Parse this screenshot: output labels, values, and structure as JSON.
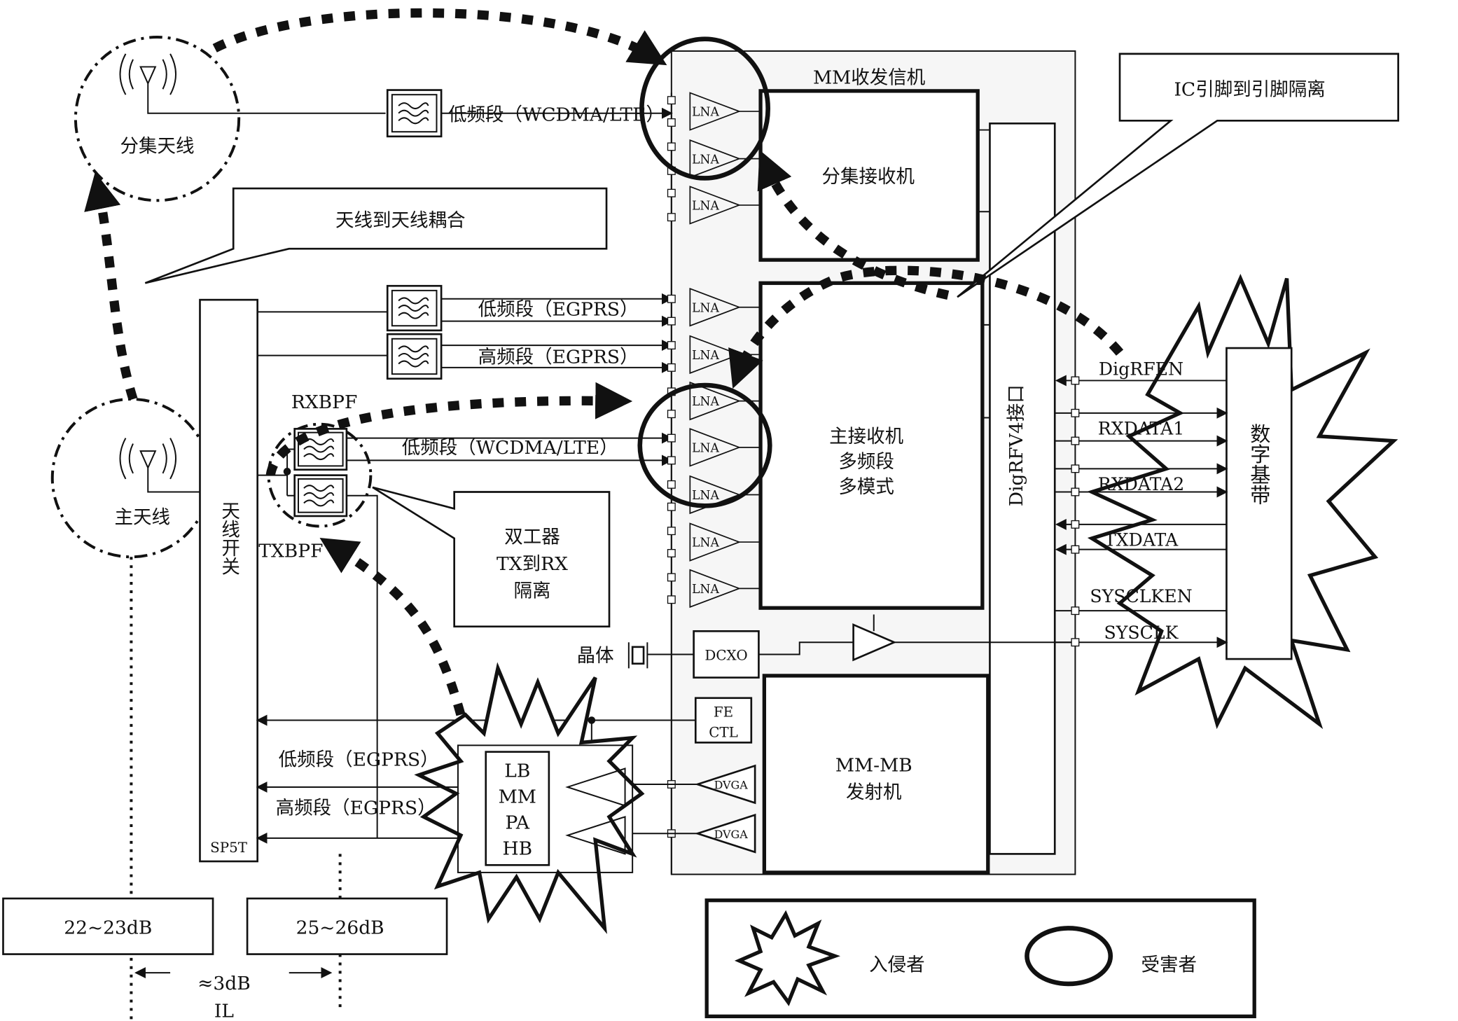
{
  "antennas": {
    "diversity": "分集天线",
    "main": "主天线"
  },
  "callouts": {
    "ant_coupling": "天线到天线耦合",
    "ic_isolation": "IC引脚到引脚隔离",
    "duplexer": [
      "双工器",
      "TX到RX",
      "隔离"
    ]
  },
  "filters": {
    "div_low": "低频段（WCDMA/LTE）",
    "egprs_low": "低频段（EGPRS）",
    "egprs_high": "高频段（EGPRS）",
    "main_low": "低频段（WCDMA/LTE）",
    "rxbpf": "RXBPF",
    "txbpf": "TXBPF"
  },
  "switch": {
    "label": "天线开关",
    "type": "SP5T"
  },
  "transceiver": {
    "title": "MM收发信机",
    "div_rx": "分集接收机",
    "main_rx": [
      "主接收机",
      "多频段",
      "多模式"
    ],
    "lna": "LNA",
    "dvga": "DVGA",
    "dcxo": "DCXO",
    "crystal": "晶体",
    "fe_ctl": [
      "FE",
      "CTL"
    ],
    "tx": [
      "MM-MB",
      "发射机"
    ],
    "digrf": "DigRFV4接口"
  },
  "pa": {
    "label": [
      "LB",
      "MM",
      "PA",
      "HB"
    ],
    "low": "低频段（EGPRS）",
    "high": "高频段（EGPRS）"
  },
  "baseband": {
    "label": "数字基带"
  },
  "signals": [
    "DigRFEN",
    "RXDATA1",
    "RXDATA2",
    "TXDATA",
    "SYSCLKEN",
    "SYSCLK"
  ],
  "isolation": {
    "left": "22~23dB",
    "right": "25~26dB",
    "loss": "≈3dB",
    "loss_unit": "IL"
  },
  "legend": {
    "aggressor": "入侵者",
    "victim": "受害者"
  }
}
